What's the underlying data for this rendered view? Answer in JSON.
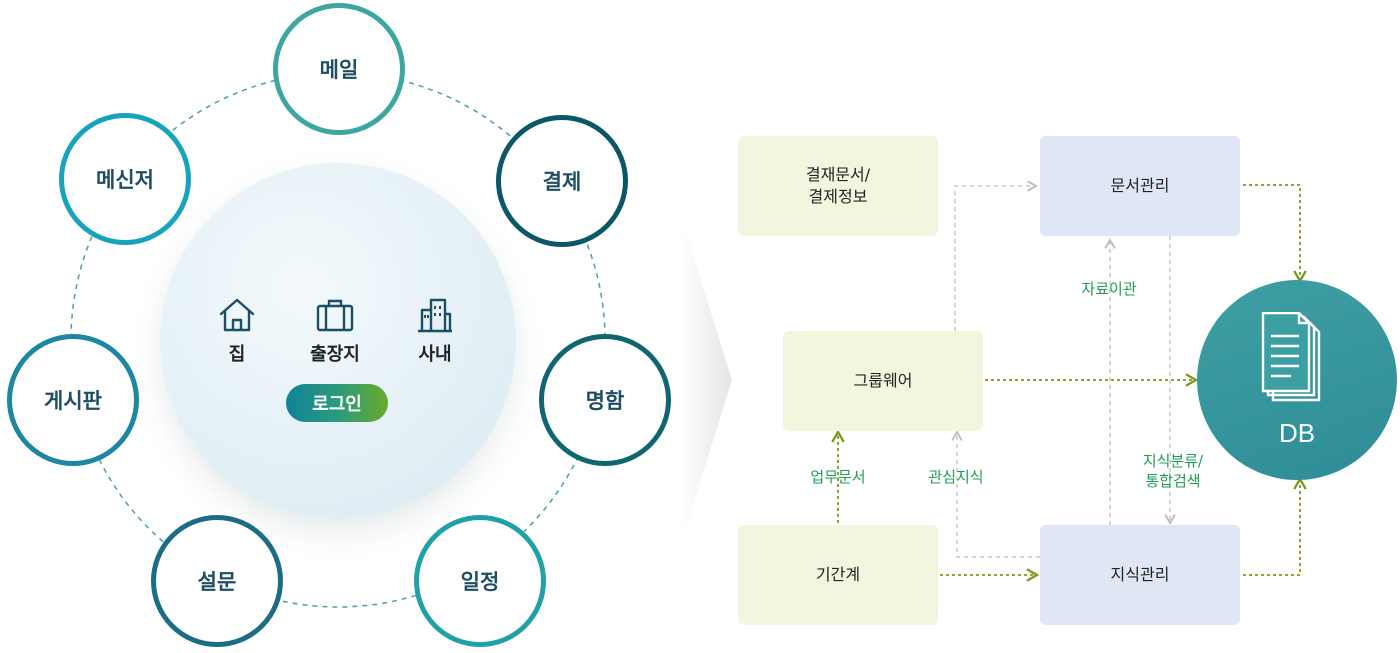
{
  "login_hub": {
    "nodes": [
      "메일",
      "결제",
      "명함",
      "일정",
      "설문",
      "게시판",
      "메신저"
    ],
    "locations": [
      {
        "label": "집",
        "icon": "home-icon"
      },
      {
        "label": "출장지",
        "icon": "briefcase-icon"
      },
      {
        "label": "사내",
        "icon": "office-building-icon"
      }
    ],
    "login_label": "로그인",
    "colors": {
      "ring_gradient": [
        "#3aa5a0",
        "#0b5a69",
        "#1c7a98",
        "#1fa8b4"
      ],
      "center_fill": "#e3f0f6",
      "login_gradient": [
        "#12829a",
        "#6aab2a"
      ]
    }
  },
  "flow": {
    "boxes": {
      "approval_docs": "결재문서/\n결제정보",
      "doc_management": "문서관리",
      "groupware": "그룹웨어",
      "core_system": "기간계",
      "knowledge_management": "지식관리"
    },
    "edge_labels": {
      "data_transfer": "자료이관",
      "business_docs": "업무문서",
      "interest_knowledge": "관심지식",
      "knowledge_classification": "지식분류/\n통합검색"
    },
    "db_label": "DB",
    "db_icon": "document-stack-icon",
    "colors": {
      "green_box": "#f1f6df",
      "blue_box": "#dfe7f5",
      "arrow_green": "#7a9b1a",
      "arrow_gray": "#c8c8c8",
      "label_green": "#1e9e52",
      "db_fill": "#3e9fa3"
    }
  }
}
